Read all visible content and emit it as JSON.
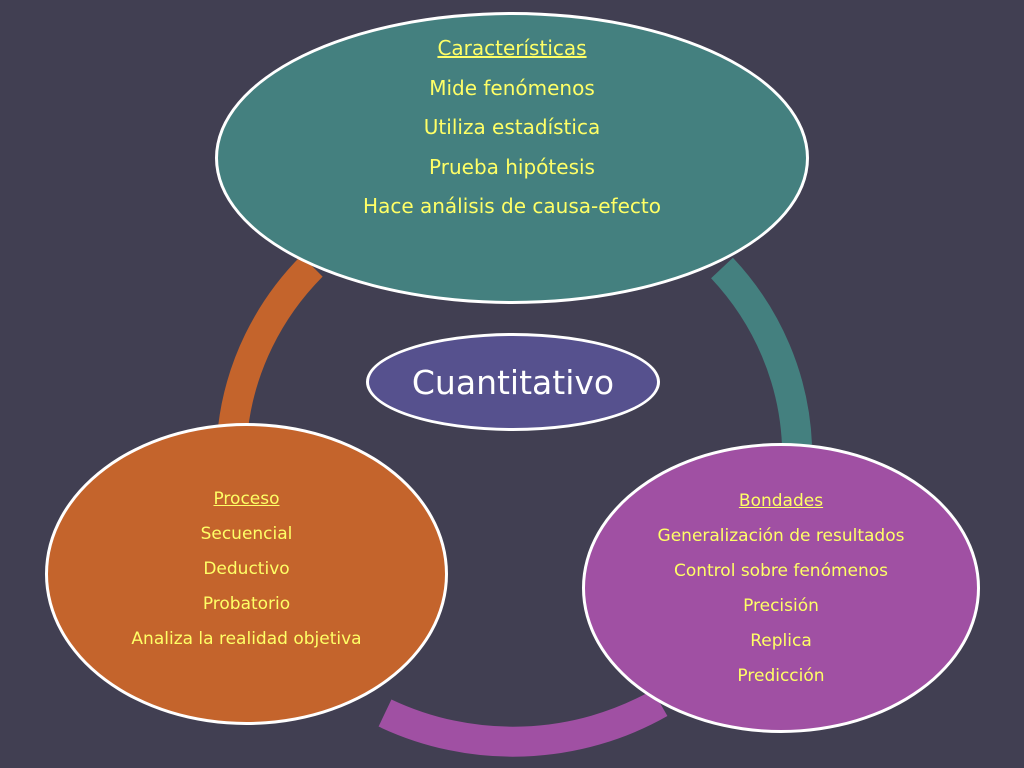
{
  "center": {
    "label": "Cuantitativo"
  },
  "top_node": {
    "heading": "Características",
    "items": [
      "Mide fenómenos",
      "Utiliza estadística",
      "Prueba hipótesis",
      "Hace análisis de causa-efecto"
    ]
  },
  "left_node": {
    "heading": "Proceso",
    "items": [
      "Secuencial",
      "Deductivo",
      "Probatorio",
      "Analiza la realidad objetiva"
    ]
  },
  "right_node": {
    "heading": "Bondades",
    "items": [
      "Generalización de resultados",
      "Control sobre fenómenos",
      "Precisión",
      "Replica",
      "Predicción"
    ]
  },
  "colors": {
    "background": "#413f52",
    "top_node": "#44807f",
    "left_node": "#c4642c",
    "right_node": "#a050a3",
    "center_node": "#56518e",
    "text": "#ffff66"
  }
}
